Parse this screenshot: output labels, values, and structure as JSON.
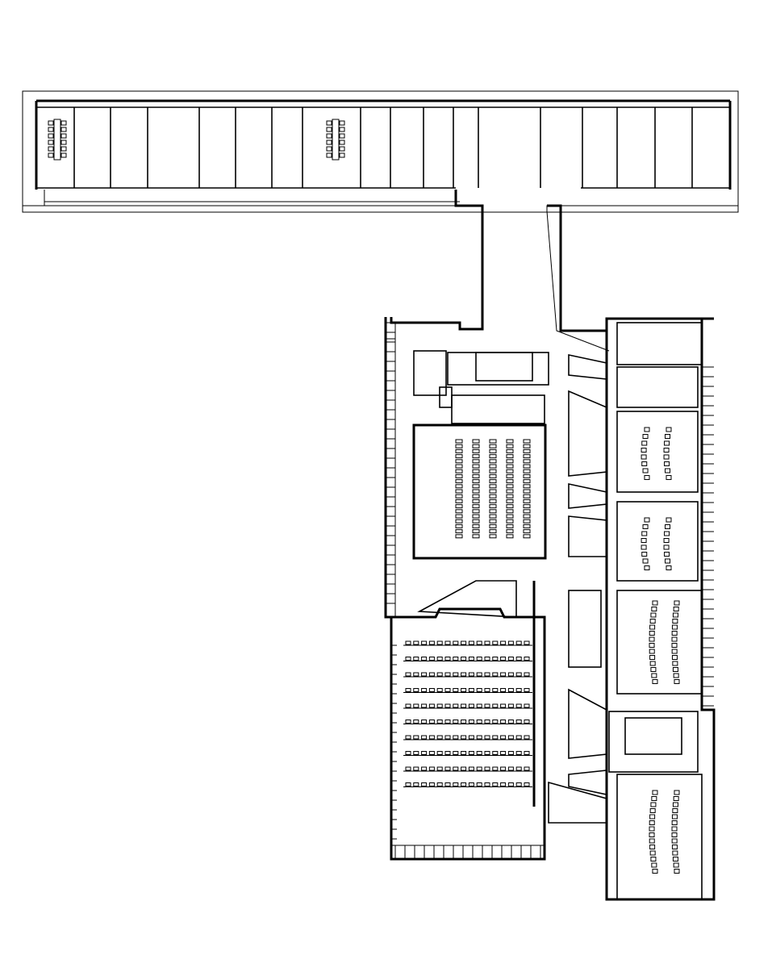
{
  "colors": {
    "line": "#000000",
    "background": "#ffffff"
  },
  "plan": {
    "lecture_hall_rows": 5,
    "lecture_hall_seats_per_row": 20,
    "auditorium_rows": 10,
    "auditorium_seats_per_row": 16
  }
}
